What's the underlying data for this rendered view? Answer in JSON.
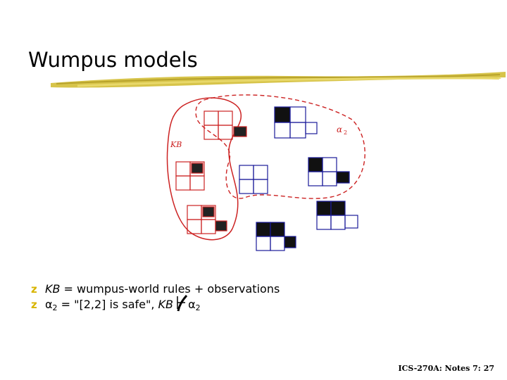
{
  "slide": {
    "title": "Wumpus models",
    "footer": "ICS-270A: Notes 7: 27"
  },
  "diagram": {
    "kb_label": "KB",
    "alpha_label": "α",
    "alpha_sub": "2",
    "colors": {
      "kb": "#cc2222",
      "models": "#1a1a9a",
      "accent_bullet": "#d8b400"
    }
  },
  "bullets": [
    {
      "kb": "KB",
      "text": " = wumpus-world rules + observations"
    },
    {
      "alpha": "α",
      "alpha_sub": "2",
      "text": " = \"[2,2] is safe\", ",
      "kb": "KB",
      "alpha2": "α",
      "alpha2_sub": "2"
    }
  ]
}
